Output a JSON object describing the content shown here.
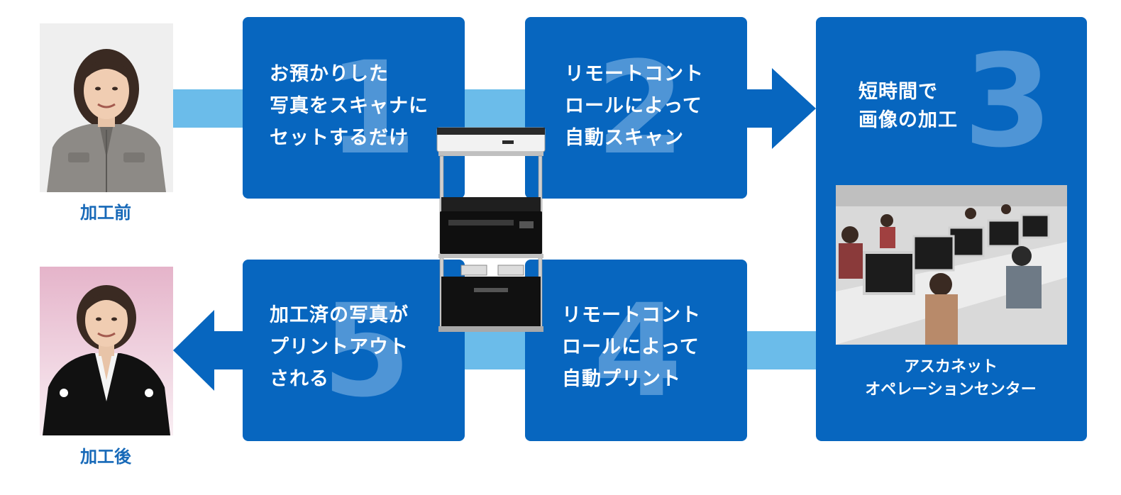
{
  "before": {
    "caption": "加工前"
  },
  "after": {
    "caption": "加工後"
  },
  "steps": [
    {
      "number": "1",
      "text": "お預かりした\n写真をスキャナに\nセットするだけ"
    },
    {
      "number": "2",
      "text": "リモートコント\nロールによって\n自動スキャン"
    },
    {
      "number": "3",
      "text": "短時間で\n画像の加工",
      "sublabel": "アスカネット\nオペレーションセンター"
    },
    {
      "number": "4",
      "text": "リモートコント\nロールによって\n自動プリント"
    },
    {
      "number": "5",
      "text": "加工済の写真が\nプリントアウト\nされる"
    }
  ],
  "colors": {
    "panel": "#0766bf",
    "number": "#4f95d6",
    "connector_light": "#6bbcea",
    "caption": "#1769b8"
  },
  "icons": {
    "scanner_printer_rack": "scanner-printer-rack-illustration",
    "operation_center_photo": "office-workers-at-computers-illustration",
    "before_photo": "woman-in-cardigan-portrait",
    "after_photo": "woman-in-kimono-portrait"
  }
}
